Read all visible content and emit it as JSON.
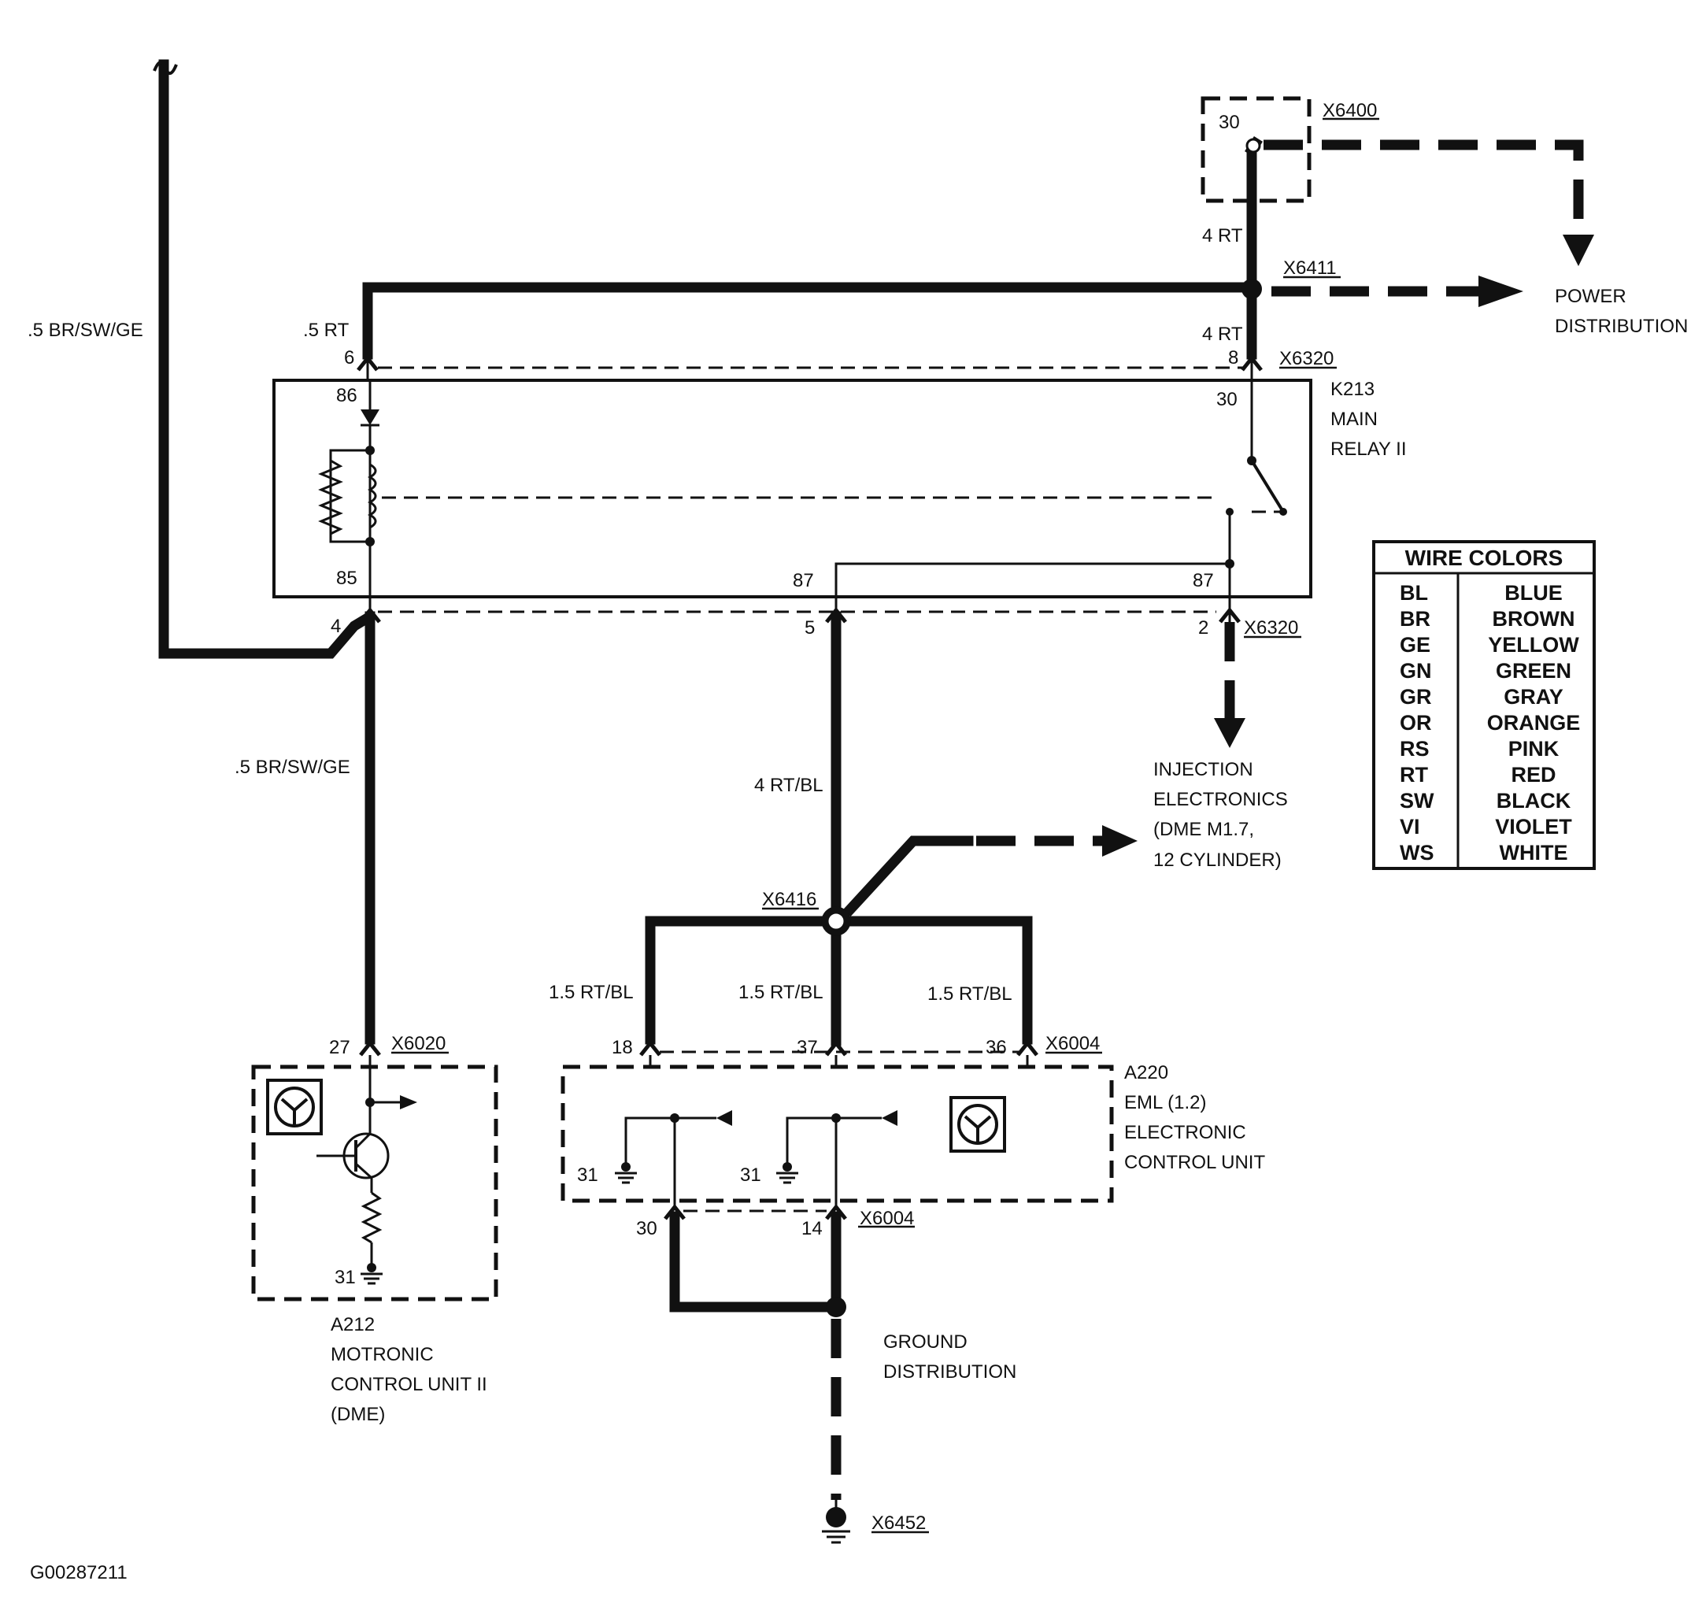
{
  "labels": {
    "top_left_wire": ".5 BR/SW/GE",
    "left_riser_wire": ".5 BR/SW/GE",
    "relay_in_wire": ".5 RT",
    "pin_6": "6",
    "pin_8": "8",
    "pin_86": "86",
    "pin_85": "85",
    "pin_30_relay": "30",
    "pin_87_left": "87",
    "pin_87_right": "87",
    "pin_4": "4",
    "pin_5": "5",
    "pin_2": "2",
    "x6400": "X6400",
    "x6400_pin": "30",
    "wire_4rt_top": "4 RT",
    "wire_4rt_mid": "4 RT",
    "x6411": "X6411",
    "x6320_top": "X6320",
    "x6320_bot": "X6320",
    "k213_line1": "K213",
    "k213_line2": "MAIN",
    "k213_line3": "RELAY II",
    "power_line1": "POWER",
    "power_line2": "DISTRIBUTION",
    "inj_line1": "INJECTION",
    "inj_line2": "ELECTRONICS",
    "inj_line3": "(DME M1.7,",
    "inj_line4": "12 CYLINDER)",
    "wire_4rtbl": "4 RT/BL",
    "x6416": "X6416",
    "wire_15_a": "1.5 RT/BL",
    "wire_15_b": "1.5 RT/BL",
    "wire_15_c": "1.5 RT/BL",
    "pin_18": "18",
    "pin_37": "37",
    "pin_36": "36",
    "x6004_top": "X6004",
    "x6004_bot": "X6004",
    "pin_27": "27",
    "x6020": "X6020",
    "a212_pin31": "31",
    "a212_line1": "A212",
    "a212_line2": "MOTRONIC",
    "a212_line3": "CONTROL UNIT II",
    "a212_line4": "(DME)",
    "a220_line1": "A220",
    "a220_line2": "EML (1.2)",
    "a220_line3": "ELECTRONIC",
    "a220_line4": "CONTROL UNIT",
    "a220_pin31_a": "31",
    "a220_pin31_b": "31",
    "pin_30_bot": "30",
    "pin_14": "14",
    "ground_line1": "GROUND",
    "ground_line2": "DISTRIBUTION",
    "x6452": "X6452",
    "figure_id": "G00287211"
  },
  "legend": {
    "title": "WIRE COLORS",
    "rows": [
      {
        "code": "BL",
        "color": "BLUE"
      },
      {
        "code": "BR",
        "color": "BROWN"
      },
      {
        "code": "GE",
        "color": "YELLOW"
      },
      {
        "code": "GN",
        "color": "GREEN"
      },
      {
        "code": "GR",
        "color": "GRAY"
      },
      {
        "code": "OR",
        "color": "ORANGE"
      },
      {
        "code": "RS",
        "color": "PINK"
      },
      {
        "code": "RT",
        "color": "RED"
      },
      {
        "code": "SW",
        "color": "BLACK"
      },
      {
        "code": "VI",
        "color": "VIOLET"
      },
      {
        "code": "WS",
        "color": "WHITE"
      }
    ]
  }
}
